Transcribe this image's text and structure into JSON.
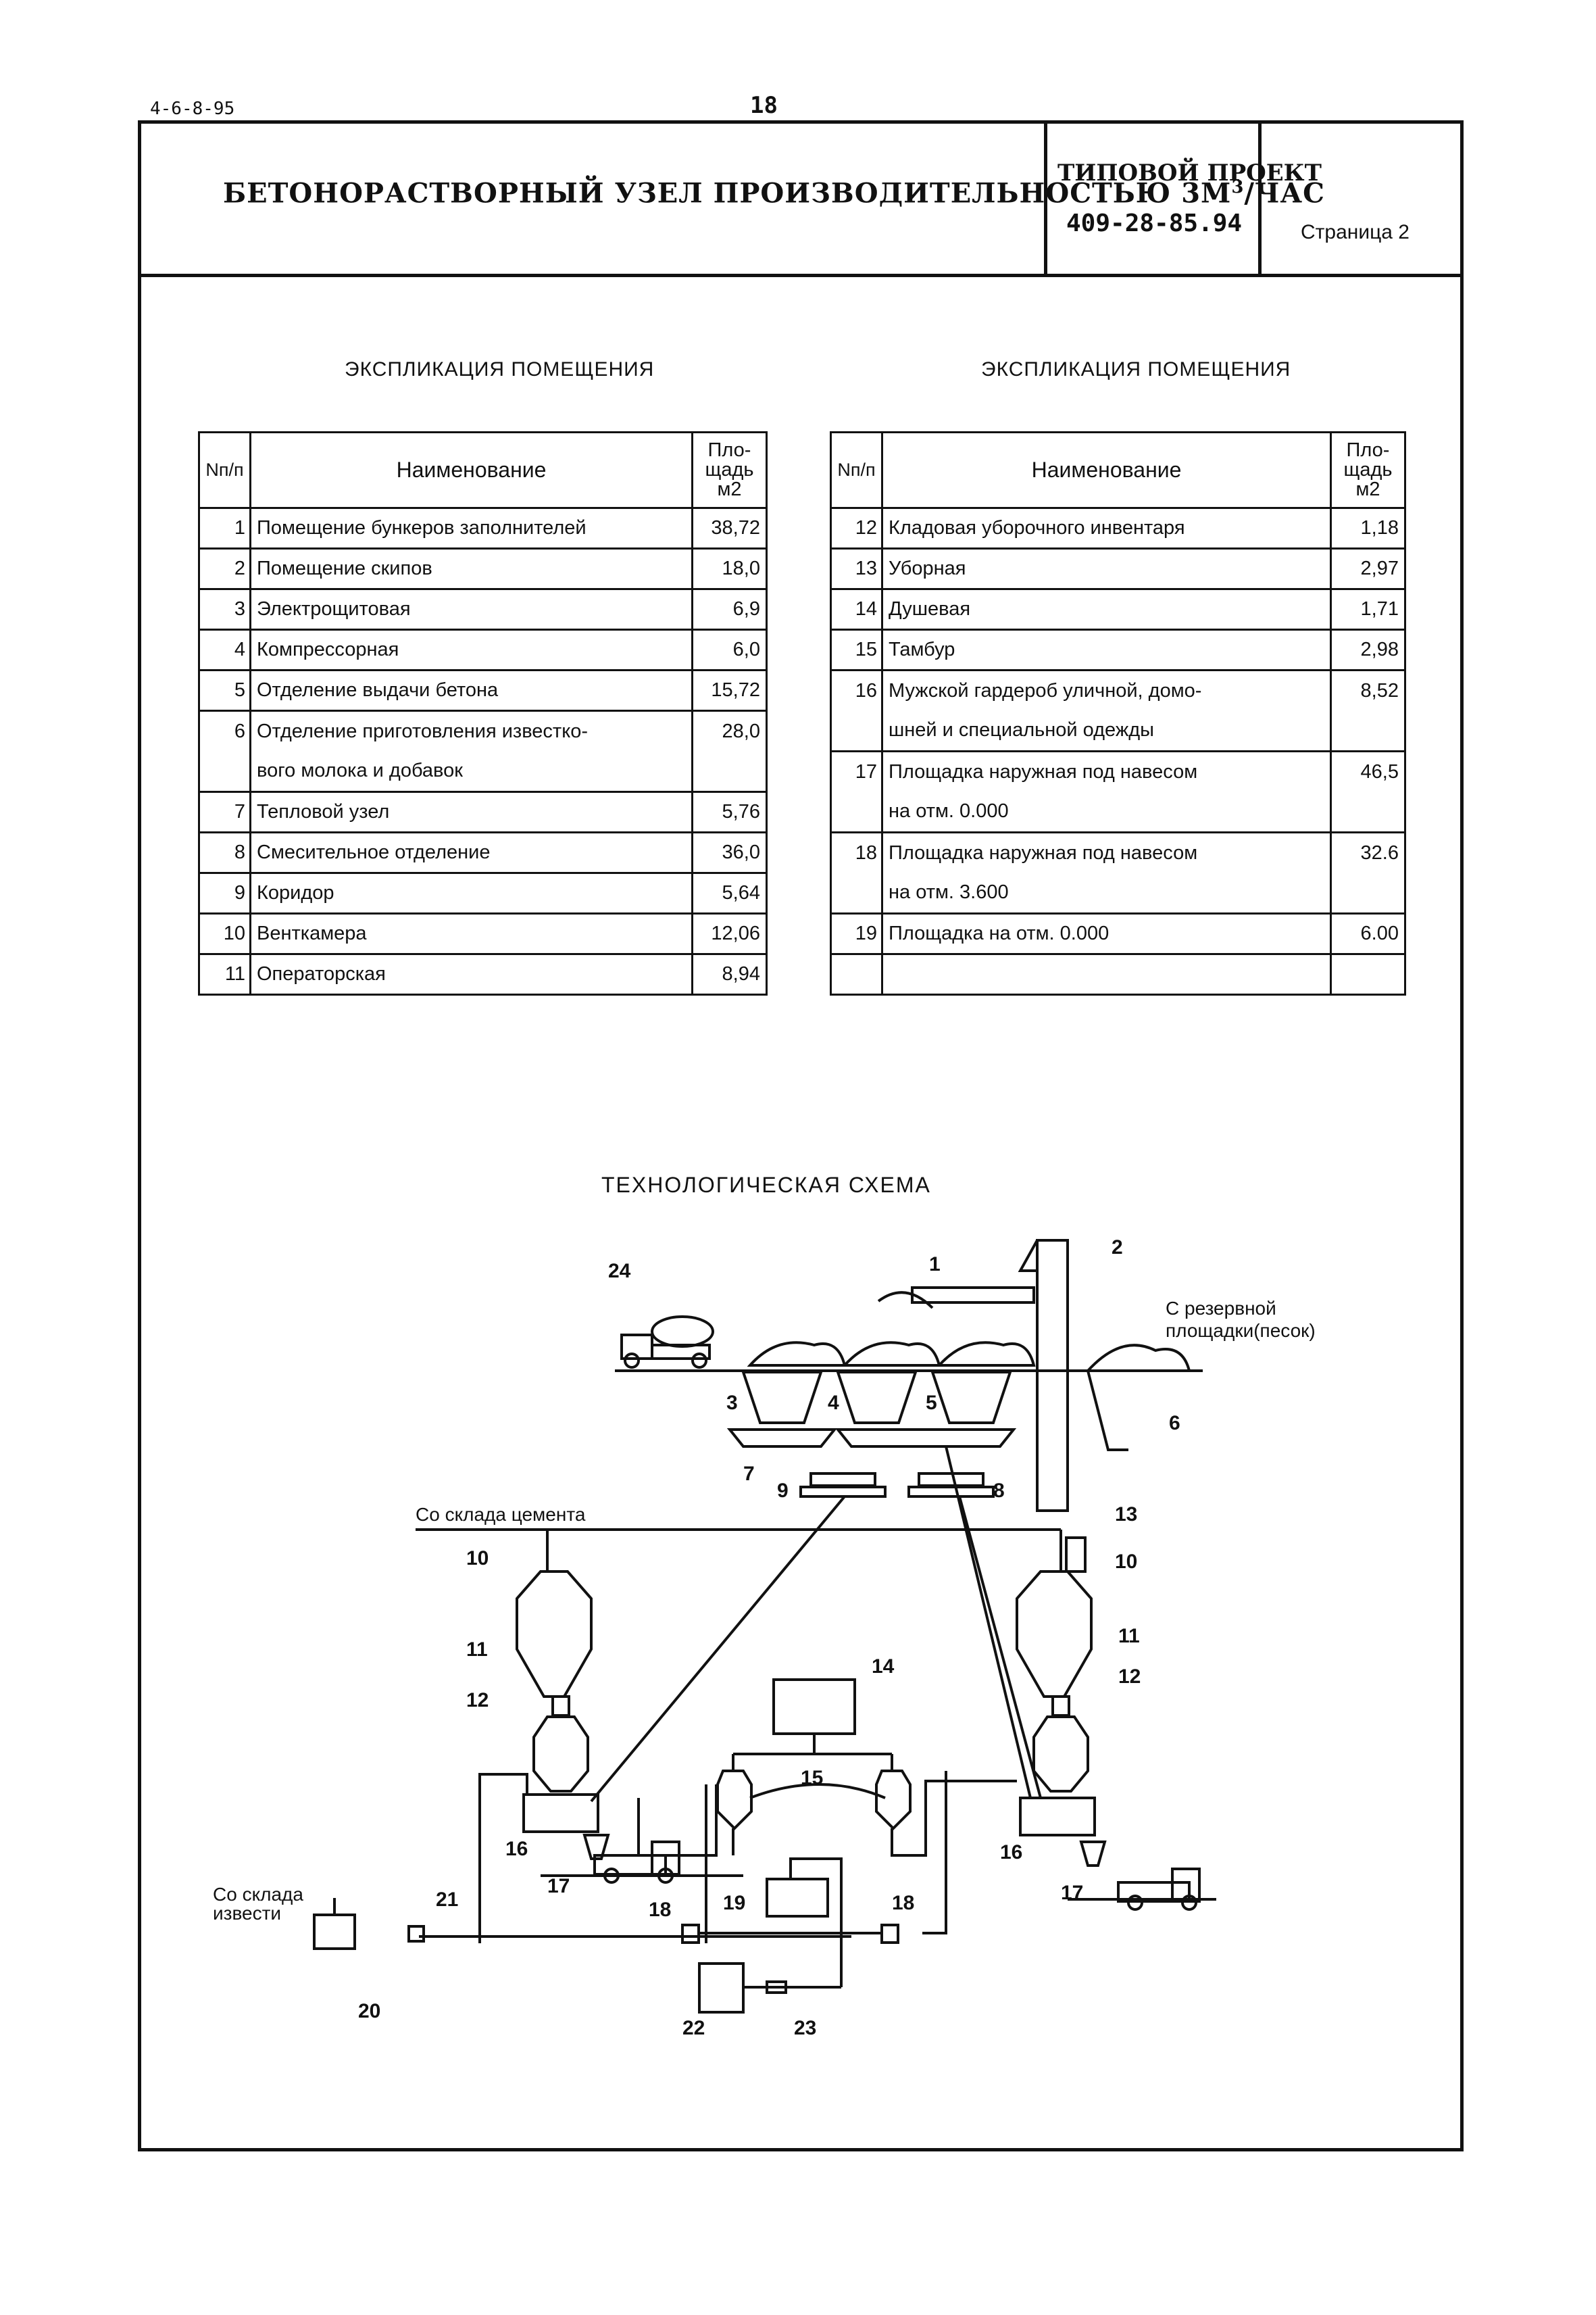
{
  "doc_code": "4-6-8-95",
  "page_number": "18",
  "title": {
    "main": "БЕТОНОРАСТВОРНЫЙ УЗЕЛ ПРОИЗВОДИТЕЛЬНОСТЬЮ 3М",
    "sup": "3",
    "suffix": "/ЧАС",
    "project_label": "ТИПОВОЙ ПРОЕКТ",
    "project_code": "409-28-85.94",
    "page_label": "Страница 2"
  },
  "left_table": {
    "heading": "ЭКСПЛИКАЦИЯ ПОМЕЩЕНИЯ",
    "col_num": "Nп/п",
    "col_name": "Наименование",
    "col_area": "Пло-\nщадь\nм2",
    "rows": [
      {
        "num": "1",
        "name": "Помещение бункеров заполнителей",
        "area": "38,72"
      },
      {
        "num": "2",
        "name": "Помещение скипов",
        "area": "18,0"
      },
      {
        "num": "3",
        "name": "Электрощитовая",
        "area": "6,9"
      },
      {
        "num": "4",
        "name": "Компрессорная",
        "area": "6,0"
      },
      {
        "num": "5",
        "name": "Отделение выдачи бетона",
        "area": "15,72"
      },
      {
        "num": "6",
        "name": "Отделение приготовления известко-",
        "area": "28,0"
      },
      {
        "num": "",
        "name": "вого молока и добавок",
        "area": ""
      },
      {
        "num": "7",
        "name": "Тепловой узел",
        "area": "5,76"
      },
      {
        "num": "8",
        "name": "Смесительное отделение",
        "area": "36,0"
      },
      {
        "num": "9",
        "name": "Коридор",
        "area": "5,64"
      },
      {
        "num": "10",
        "name": "Венткамера",
        "area": "12,06"
      },
      {
        "num": "11",
        "name": "Операторская",
        "area": "8,94"
      }
    ]
  },
  "right_table": {
    "heading": "ЭКСПЛИКАЦИЯ ПОМЕЩЕНИЯ",
    "col_num": "Nп/п",
    "col_name": "Наименование",
    "col_area": "Пло-\nщадь\nм2",
    "rows": [
      {
        "num": "12",
        "name": "Кладовая уборочного инвентаря",
        "area": "1,18"
      },
      {
        "num": "13",
        "name": "Уборная",
        "area": "2,97"
      },
      {
        "num": "14",
        "name": "Душевая",
        "area": "1,71"
      },
      {
        "num": "15",
        "name": "Тамбур",
        "area": "2,98"
      },
      {
        "num": "16",
        "name": "Мужской гардероб уличной, домо-",
        "area": "8,52"
      },
      {
        "num": "",
        "name": "шней и специальной одежды",
        "area": ""
      },
      {
        "num": "17",
        "name": "Площадка наружная под навесом",
        "area": "46,5"
      },
      {
        "num": "",
        "name": "на отм. 0.000",
        "area": ""
      },
      {
        "num": "18",
        "name": "Площадка наружная под навесом",
        "area": "32.6"
      },
      {
        "num": "",
        "name": "на отм. 3.600",
        "area": ""
      },
      {
        "num": "19",
        "name": "Площадка на отм. 0.000",
        "area": "6.00"
      },
      {
        "num": "",
        "name": "",
        "area": ""
      }
    ]
  },
  "scheme": {
    "title": "ТЕХНОЛОГИЧЕСКАЯ СХЕМА",
    "from_cement": "Со склада цемента",
    "from_lime_1": "Со склада",
    "from_lime_2": "извести",
    "reserve_1": "С резервной",
    "reserve_2": "площадки(песок)",
    "labels": [
      "1",
      "2",
      "3",
      "4",
      "5",
      "6",
      "7",
      "8",
      "9",
      "10",
      "10",
      "11",
      "11",
      "12",
      "12",
      "13",
      "14",
      "15",
      "16",
      "16",
      "17",
      "17",
      "18",
      "18",
      "19",
      "20",
      "21",
      "22",
      "23",
      "24"
    ]
  }
}
